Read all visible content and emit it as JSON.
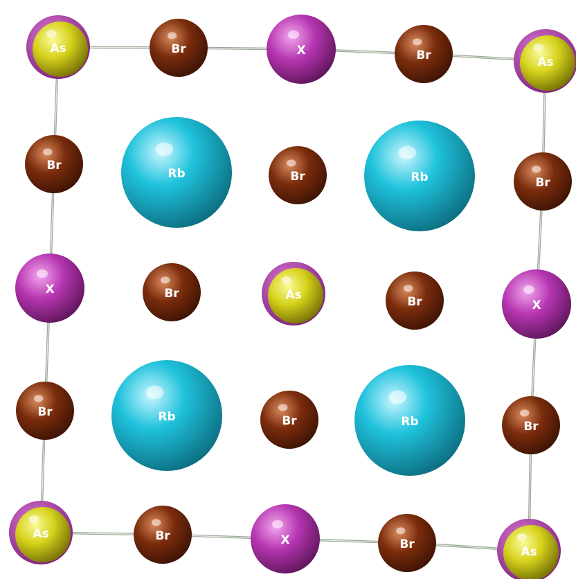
{
  "colors": {
    "As": "#d6d21c",
    "As_ring": "#b13bb0",
    "Br": "#7a2c0c",
    "X": "#b535b0",
    "Rb": "#1fc2dc",
    "bond": "#9aa89a"
  },
  "labels": {
    "As": "As",
    "Br": "Br",
    "X": "X",
    "Rb": "Rb"
  },
  "atoms": [
    {
      "el": "As",
      "label": "As"
    },
    {
      "el": "Br",
      "label": "Br"
    },
    {
      "el": "X",
      "label": "X"
    },
    {
      "el": "Br",
      "label": "Br"
    },
    {
      "el": "As",
      "label": "As"
    },
    {
      "el": "Br",
      "label": "Br"
    },
    {
      "el": "Rb",
      "label": "Rb"
    },
    {
      "el": "Br",
      "label": "Br"
    },
    {
      "el": "Rb",
      "label": "Rb"
    },
    {
      "el": "Br",
      "label": "Br"
    },
    {
      "el": "X",
      "label": "X"
    },
    {
      "el": "Br",
      "label": "Br"
    },
    {
      "el": "As",
      "label": "As"
    },
    {
      "el": "Br",
      "label": "Br"
    },
    {
      "el": "X",
      "label": "X"
    },
    {
      "el": "Br",
      "label": "Br"
    },
    {
      "el": "Rb",
      "label": "Rb"
    },
    {
      "el": "Br",
      "label": "Br"
    },
    {
      "el": "Rb",
      "label": "Rb"
    },
    {
      "el": "Br",
      "label": "Br"
    },
    {
      "el": "As",
      "label": "As"
    },
    {
      "el": "Br",
      "label": "Br"
    },
    {
      "el": "X",
      "label": "X"
    },
    {
      "el": "Br",
      "label": "Br"
    },
    {
      "el": "As",
      "label": "As"
    }
  ]
}
